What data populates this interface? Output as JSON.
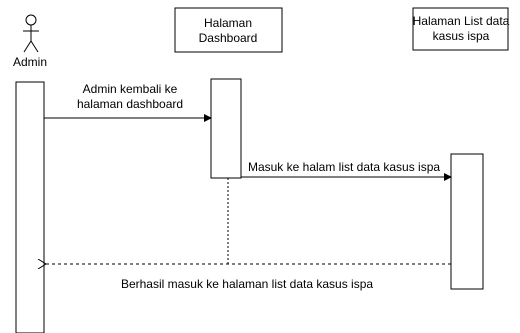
{
  "actor": {
    "label": "Admin"
  },
  "lifelines": [
    {
      "line1": "Halaman",
      "line2": "Dashboard"
    },
    {
      "line1": "Halaman List data",
      "line2": "kasus ispa"
    }
  ],
  "messages": [
    {
      "line1": "Admin kembali ke",
      "line2": "halaman dashboard"
    },
    {
      "line1": "Masuk ke halam list data kasus ispa"
    },
    {
      "line1": "Berhasil masuk ke halaman list data kasus ispa"
    }
  ]
}
